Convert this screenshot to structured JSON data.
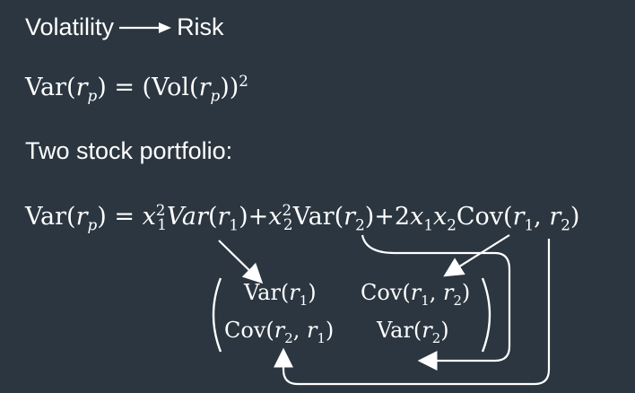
{
  "line1": {
    "left": "Volatility",
    "right": "Risk"
  },
  "line2": {
    "lhs_fn": "Var",
    "lhs_var": "r",
    "lhs_sub": "p",
    "eq": "=",
    "rhs_fn": "Vol",
    "rhs_var": "r",
    "rhs_sub": "p",
    "rhs_pow": "2"
  },
  "line3": {
    "text": "Two stock portfolio:"
  },
  "line4": {
    "lhs_fn": "Var",
    "lhs_var": "r",
    "lhs_sub": "p",
    "eq": "=",
    "t1_coef": "x",
    "t1_sub": "1",
    "t1_pow": "2",
    "t1_fn": "Var",
    "t1_arg": "r",
    "t1_arg_sub": "1",
    "plus1": "+",
    "t2_coef": "x",
    "t2_sub": "2",
    "t2_pow": "2",
    "t2_fn": "Var",
    "t2_arg": "r",
    "t2_arg_sub": "2",
    "plus2": "+2",
    "t3_x1": "x",
    "t3_x1_sub": "1",
    "t3_x2": "x",
    "t3_x2_sub": "2",
    "t3_fn": "Cov",
    "t3_a": "r",
    "t3_a_sub": "1",
    "t3_b": "r",
    "t3_b_sub": "2"
  },
  "matrix": {
    "c11_fn": "Var",
    "c11_v": "r",
    "c11_s": "1",
    "c12_fn": "Cov",
    "c12_a": "r",
    "c12_as": "1",
    "c12_b": "r",
    "c12_bs": "2",
    "c21_fn": "Cov",
    "c21_a": "r",
    "c21_as": "2",
    "c21_b": "r",
    "c21_bs": "1",
    "c22_fn": "Var",
    "c22_v": "r",
    "c22_s": "2"
  },
  "colors": {
    "background": "#2b3640",
    "foreground": "#ffffff"
  }
}
